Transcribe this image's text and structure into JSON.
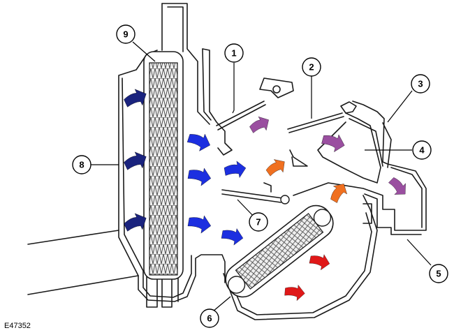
{
  "reference_code": "E47352",
  "colors": {
    "cold_air": "#1c2fe0",
    "cold_air_dark": "#1a237e",
    "mixed_air": "#f07020",
    "distributed_air": "#9a4fa0",
    "hot_air": "#e01818",
    "outline": "#1a1a1a",
    "matrix_fill": "#e8e8e8"
  },
  "callouts": [
    {
      "id": "1",
      "label": "1"
    },
    {
      "id": "2",
      "label": "2"
    },
    {
      "id": "3",
      "label": "3"
    },
    {
      "id": "4",
      "label": "4"
    },
    {
      "id": "5",
      "label": "5"
    },
    {
      "id": "6",
      "label": "6"
    },
    {
      "id": "7",
      "label": "7"
    },
    {
      "id": "8",
      "label": "8"
    },
    {
      "id": "9",
      "label": "9"
    }
  ]
}
